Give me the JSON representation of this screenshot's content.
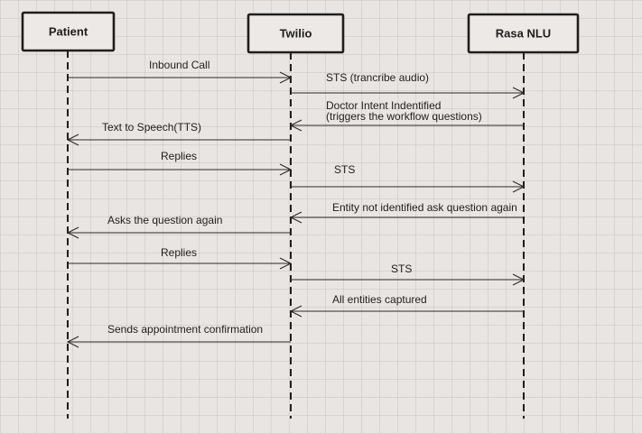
{
  "actors": [
    {
      "id": "patient",
      "label": "Patient"
    },
    {
      "id": "twilio",
      "label": "Twilio"
    },
    {
      "id": "rasa",
      "label": "Rasa NLU"
    }
  ],
  "messages": [
    {
      "from": "patient",
      "to": "twilio",
      "lines": [
        "Inbound Call"
      ]
    },
    {
      "from": "twilio",
      "to": "rasa",
      "lines": [
        "STS (trancribe audio)"
      ]
    },
    {
      "from": "rasa",
      "to": "twilio",
      "lines": [
        "Doctor Intent Indentified",
        "(triggers the workflow questions)"
      ]
    },
    {
      "from": "twilio",
      "to": "patient",
      "lines": [
        "Text to Speech(TTS)"
      ]
    },
    {
      "from": "patient",
      "to": "twilio",
      "lines": [
        "Replies"
      ]
    },
    {
      "from": "twilio",
      "to": "rasa",
      "lines": [
        "STS"
      ]
    },
    {
      "from": "rasa",
      "to": "twilio",
      "lines": [
        "Entity not identified ask question again"
      ]
    },
    {
      "from": "twilio",
      "to": "patient",
      "lines": [
        "Asks the question again"
      ]
    },
    {
      "from": "patient",
      "to": "twilio",
      "lines": [
        "Replies"
      ]
    },
    {
      "from": "twilio",
      "to": "rasa",
      "lines": [
        "STS"
      ]
    },
    {
      "from": "rasa",
      "to": "twilio",
      "lines": [
        "All entities captured"
      ]
    },
    {
      "from": "twilio",
      "to": "patient",
      "lines": [
        "Sends appointment confirmation"
      ]
    }
  ]
}
